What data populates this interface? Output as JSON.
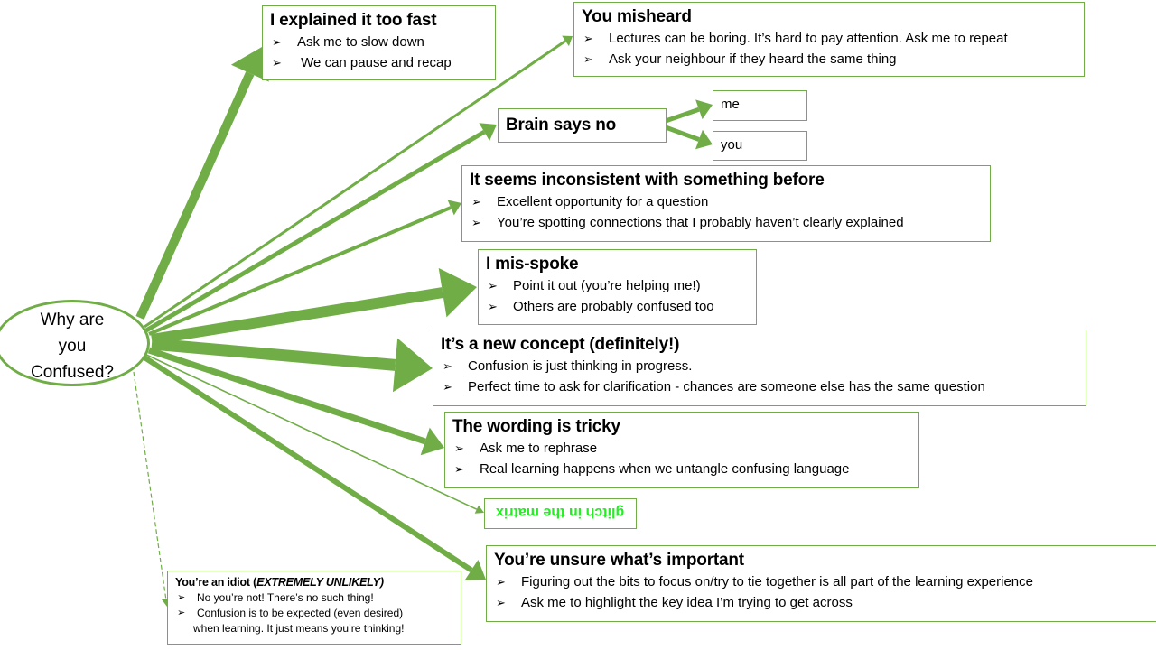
{
  "accent_color": "#70ad47",
  "glitch_color": "#22ee22",
  "center": {
    "line1": "Why are",
    "line2": "you",
    "line3": "Confused?"
  },
  "bullet_icon": "arrowhead-bullet",
  "boxes": {
    "fast": {
      "title": "I explained it too fast",
      "items": [
        "Ask me to slow down",
        " We can pause and recap"
      ]
    },
    "misheard": {
      "title": "You misheard",
      "items": [
        "Lectures can be boring. It’s hard to pay attention. Ask me to repeat",
        "Ask your neighbour if they heard the same thing"
      ]
    },
    "brain": {
      "title": "Brain says no",
      "me": "me",
      "you": "you"
    },
    "inconsistent": {
      "title": "It seems inconsistent with something before",
      "items": [
        "Excellent opportunity for a question",
        "You’re spotting connections that I probably haven’t clearly explained"
      ]
    },
    "misspoke": {
      "title": "I mis-spoke",
      "items": [
        "Point it out (you’re helping me!)",
        "Others are probably confused too"
      ]
    },
    "concept": {
      "title": "It’s a new concept (definitely!)",
      "items": [
        "Confusion is just thinking in progress.",
        "Perfect time to ask for clarification - chances are someone else has the same question"
      ]
    },
    "wording": {
      "title": "The wording is tricky",
      "items": [
        "Ask me to rephrase",
        "Real learning happens when we untangle confusing language"
      ]
    },
    "glitch": {
      "text": "glitch in the matrix"
    },
    "unsure": {
      "title": "You’re unsure what’s important",
      "items": [
        "Figuring out the bits to focus on/try to tie together is all part of the learning experience",
        "Ask me to highlight the key idea I’m trying to get across"
      ]
    },
    "idiot": {
      "title": "You’re an idiot (",
      "title_em": "EXTREMELY UNLIKELY)",
      "items": [
        "No you’re not! There’s no such thing!",
        "Confusion is to be expected (even desired)"
      ],
      "continuation": "when learning. It just means you’re thinking!"
    }
  }
}
